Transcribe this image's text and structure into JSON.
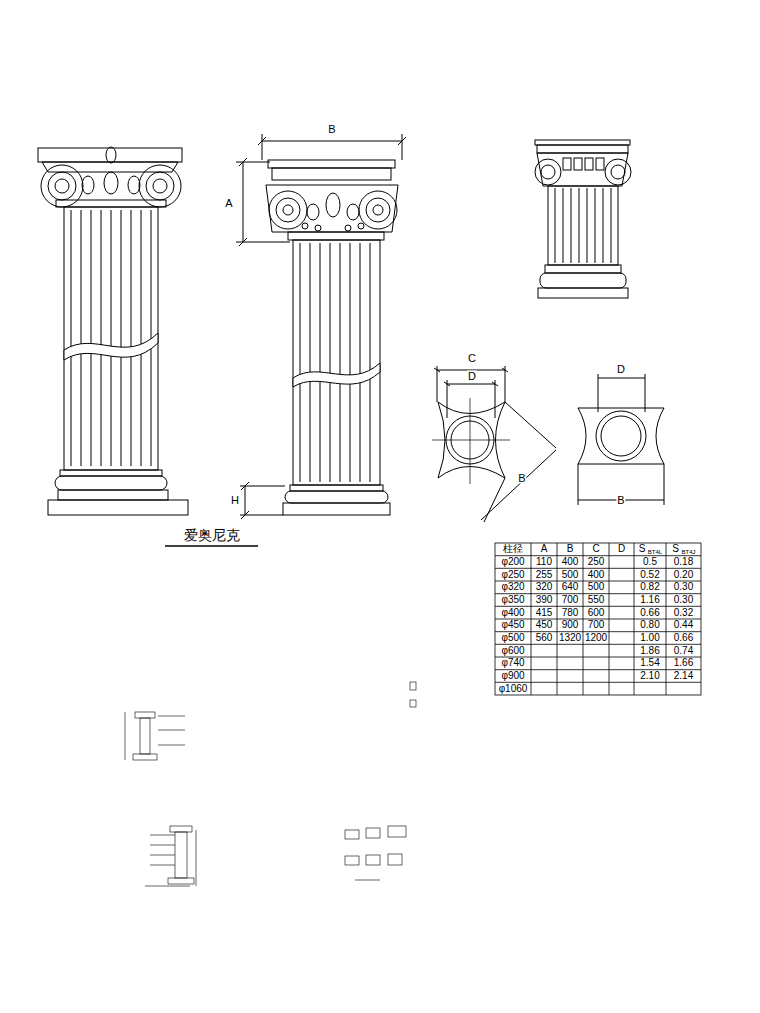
{
  "diagram": {
    "labels": [
      "B",
      "A",
      "H",
      "C",
      "D",
      "B",
      "D",
      "B",
      "爱奥尼克",
      "柱径",
      "A",
      "B",
      "C",
      "D",
      "S",
      "S",
      "BT4L",
      "BT4J",
      "φ200",
      "110",
      "400",
      "250",
      "0.5",
      "0.18",
      "φ250",
      "255",
      "500",
      "400",
      "0.52",
      "0.20",
      "φ320",
      "320",
      "640",
      "500",
      "0.82",
      "0.30",
      "φ350",
      "390",
      "700",
      "550",
      "1.16",
      "0.30",
      "φ400",
      "415",
      "780",
      "600",
      "0.66",
      "0.32",
      "φ450",
      "450",
      "900",
      "700",
      "0.80",
      "0.44",
      "φ500",
      "560",
      "1320",
      "1200",
      "1.00",
      "0.66",
      "φ600",
      "1.86",
      "0.74",
      "φ740",
      "1.54",
      "1.66",
      "φ900",
      "2.10",
      "2.14",
      "φ1060"
    ]
  }
}
